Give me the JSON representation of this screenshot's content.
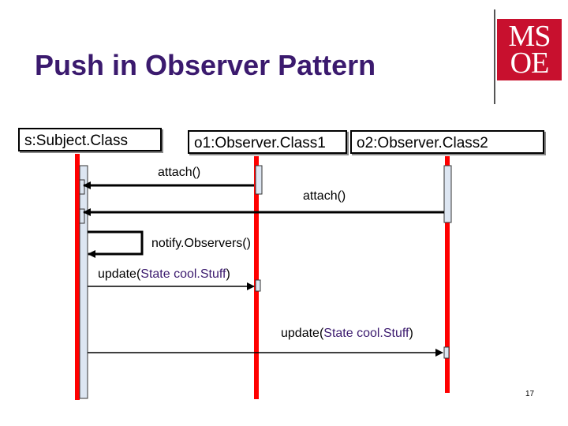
{
  "slide": {
    "title": "Push in Observer Pattern",
    "page_number": "17"
  },
  "logo": {
    "line1": "MS",
    "line2": "OE"
  },
  "objects": {
    "subject": "s:Subject.Class",
    "observer1": "o1:Observer.Class1",
    "observer2": "o2:Observer.Class2"
  },
  "messages": {
    "attach1": "attach()",
    "attach2": "attach()",
    "notify": "notify.Observers()",
    "update1_name": "update(",
    "update1_arg": "State cool.Stuff",
    "update1_close": ")",
    "update2_name": "update(",
    "update2_arg": "State cool.Stuff",
    "update2_close": ")"
  },
  "colors": {
    "title": "#3b1a6e",
    "lifeline": "#ff0000",
    "activation_fill": "#dde6f2",
    "logo_bg": "#c8102e"
  }
}
